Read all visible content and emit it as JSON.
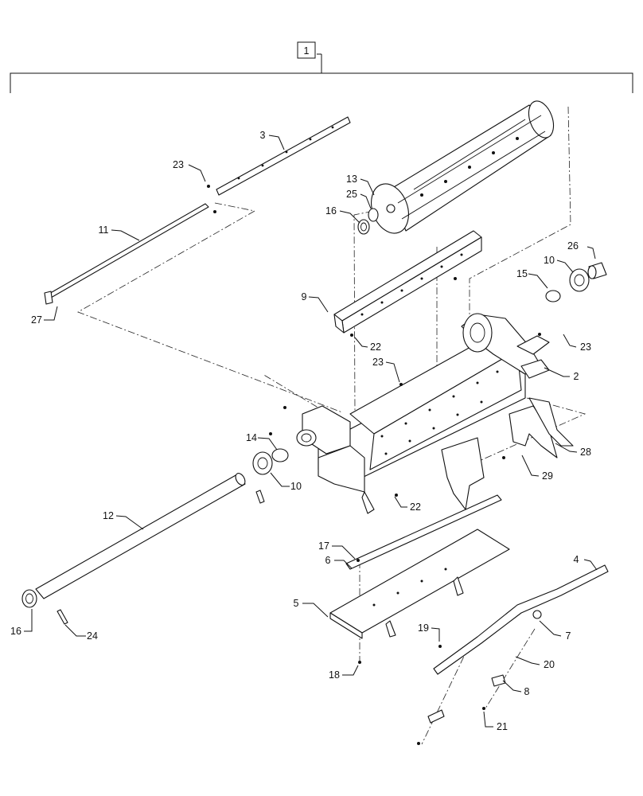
{
  "diagram": {
    "kit_callout": "1",
    "callouts": [
      "2",
      "3",
      "4",
      "5",
      "6",
      "7",
      "8",
      "9",
      "10",
      "10",
      "11",
      "12",
      "13",
      "14",
      "15",
      "16",
      "16",
      "17",
      "18",
      "19",
      "20",
      "21",
      "22",
      "22",
      "23",
      "23",
      "23",
      "24",
      "25",
      "26",
      "27",
      "28",
      "29"
    ]
  }
}
